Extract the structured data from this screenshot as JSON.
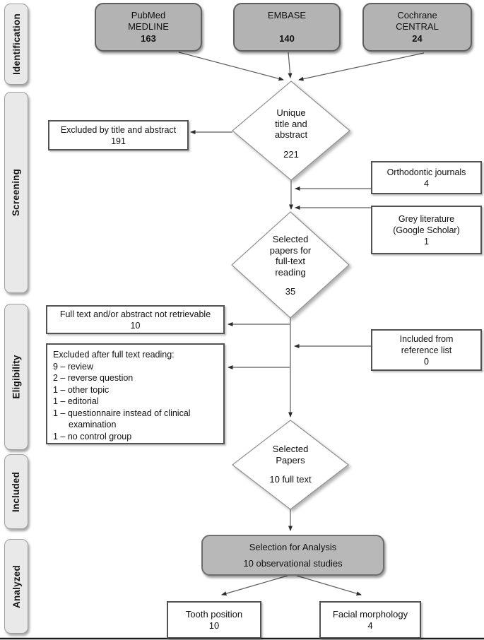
{
  "sidebar": {
    "identification": "Identification",
    "screening": "Screening",
    "eligibility": "Eligibility",
    "included": "Included",
    "analyzed": "Analyzed"
  },
  "sources": {
    "pubmed": {
      "line1": "PubMed",
      "line2": "MEDLINE",
      "count": "163"
    },
    "embase": {
      "line1": "EMBASE",
      "line2": "",
      "count": "140"
    },
    "cochrane": {
      "line1": "Cochrane",
      "line2": "CENTRAL",
      "count": "24"
    }
  },
  "screening": {
    "diamond_unique": {
      "line1": "Unique",
      "line2": "title and",
      "line3": "abstract",
      "count": "221"
    },
    "excluded_title_abstract": {
      "label": "Excluded by title and abstract",
      "count": "191"
    },
    "orthodontic_journals": {
      "label": "Orthodontic journals",
      "count": "4"
    },
    "grey_literature": {
      "line1": "Grey literature",
      "line2": "(Google Scholar)",
      "count": "1"
    },
    "diamond_fulltext": {
      "line1": "Selected",
      "line2": "papers for",
      "line3": "full-text",
      "line4": "reading",
      "count": "35"
    }
  },
  "eligibility": {
    "not_retrievable": {
      "label": "Full text and/or abstract not retrievable",
      "count": "10"
    },
    "excluded_full_text": {
      "title": "Excluded after full text reading:",
      "items": [
        "9 – review",
        "2 – reverse question",
        "1 – other topic",
        "1 – editorial",
        "1 – questionnaire instead of clinical examination",
        "1 – no control group"
      ]
    },
    "reference_list": {
      "line1": "Included from",
      "line2": "reference list",
      "count": "0"
    }
  },
  "included": {
    "diamond_selected": {
      "line1": "Selected",
      "line2": "Papers",
      "count": "10 full text"
    }
  },
  "analyzed": {
    "analysis_box": {
      "title": "Selection for Analysis",
      "subtitle": "10 observational studies"
    },
    "outcome_tooth": {
      "label": "Tooth position",
      "count": "10"
    },
    "outcome_facial": {
      "label": "Facial morphology",
      "count": "4"
    }
  },
  "colors": {
    "source_box_fill": "#b3b3b3",
    "sidebar_fill": "#e9e9e9",
    "box_border": "#525252",
    "connector": "#5c5c5c"
  }
}
